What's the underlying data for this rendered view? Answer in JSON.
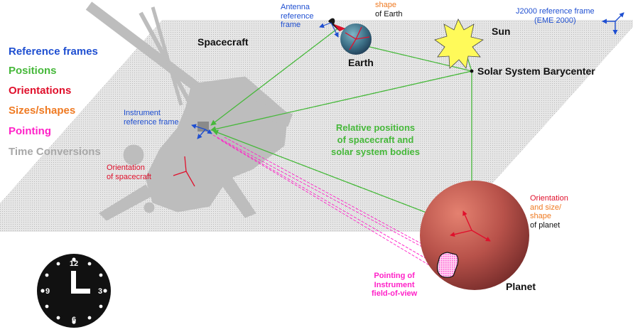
{
  "colors": {
    "frames": "#1f4fd1",
    "positions": "#46b83a",
    "orientations": "#e0102c",
    "sizes": "#ef7a22",
    "pointing": "#ff22c8",
    "time": "#a8a8a8",
    "black": "#111111"
  },
  "legend": [
    {
      "label": "Reference frames",
      "color": "#1f4fd1"
    },
    {
      "label": "Positions",
      "color": "#46b83a"
    },
    {
      "label": "Orientations",
      "color": "#e0102c"
    },
    {
      "label": "Sizes/shapes",
      "color": "#ef7a22"
    },
    {
      "label": "Pointing",
      "color": "#ff22c8"
    },
    {
      "label": "Time Conversions",
      "color": "#a8a8a8"
    }
  ],
  "labels": {
    "spacecraft": "Spacecraft",
    "earth": "Earth",
    "sun": "Sun",
    "ssb": "Solar System Barycenter",
    "planet": "Planet",
    "antenna": [
      "Antenna",
      "reference",
      "frame"
    ],
    "earth_shape": [
      "shape",
      "of Earth"
    ],
    "j2000": [
      "J2000 reference frame",
      "(EME 2000)"
    ],
    "instrument_frame": [
      "Instrument",
      "reference frame"
    ],
    "sc_orientation": [
      "Orientation",
      "of spacecraft"
    ],
    "relative_positions": [
      "Relative positions",
      "of spacecraft and",
      "solar system bodies"
    ],
    "planet_orientation": [
      "Orientation",
      "and size/",
      "shape",
      "of planet"
    ],
    "pointing_fov": [
      "Pointing of",
      "Instrument",
      "field-of-view"
    ]
  },
  "clock": {
    "numerals": [
      "12",
      "3",
      "6",
      "9"
    ],
    "icon": "clock-icon"
  }
}
